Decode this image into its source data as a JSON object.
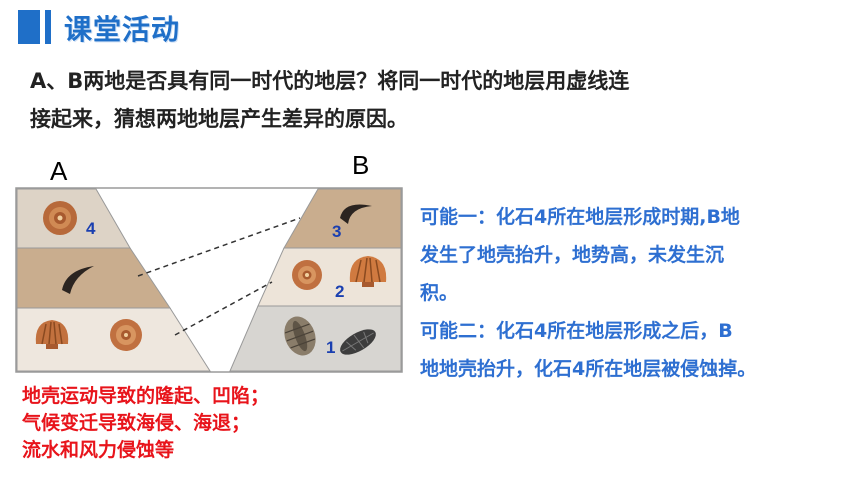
{
  "header": {
    "title": "课堂活动",
    "accent": "#1f6fc8"
  },
  "question": {
    "line1": "A、B两地是否具有同一时代的地层？将同一时代的地层用虚线连",
    "line2": "接起来，猜想两地地层产生差异的原因。"
  },
  "diagram": {
    "label_a": "A",
    "label_b": "B",
    "layers": {
      "n4": "4",
      "n3": "3",
      "n2": "2",
      "n1": "1"
    }
  },
  "possibilities": {
    "line1": "可能一：化石4所在地层形成时期,B地",
    "line2": "发生了地壳抬升，地势高，未发生沉",
    "line3": "积。",
    "line4": "可能二：化石4所在地层形成之后，B",
    "line5": "地地壳抬升，化石4所在地层被侵蚀掉。",
    "color": "#2e6fd1"
  },
  "causes": {
    "line1": "地壳运动导致的隆起、凹陷；",
    "line2": "气候变迁导致海侵、海退；",
    "line3": "流水和风力侵蚀等",
    "color": "#e8141b"
  }
}
